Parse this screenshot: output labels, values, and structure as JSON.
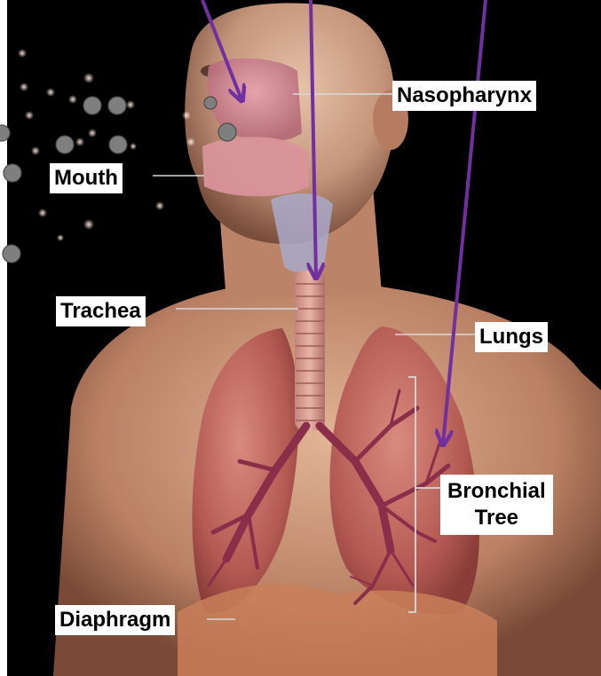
{
  "labels": {
    "nasopharynx": "Nasopharynx",
    "mouth": "Mouth",
    "trachea": "Trachea",
    "lungs": "Lungs",
    "bronchial_tree": [
      "Bronchial",
      "Tree"
    ],
    "diaphragm": "Diaphragm"
  },
  "colors": {
    "arrow": "#7030a0",
    "label_bg": "#ffffff",
    "label_text": "#000000",
    "leader_line": "#d9d9d9",
    "particle": "#7f7f7f",
    "background": "#000000"
  }
}
